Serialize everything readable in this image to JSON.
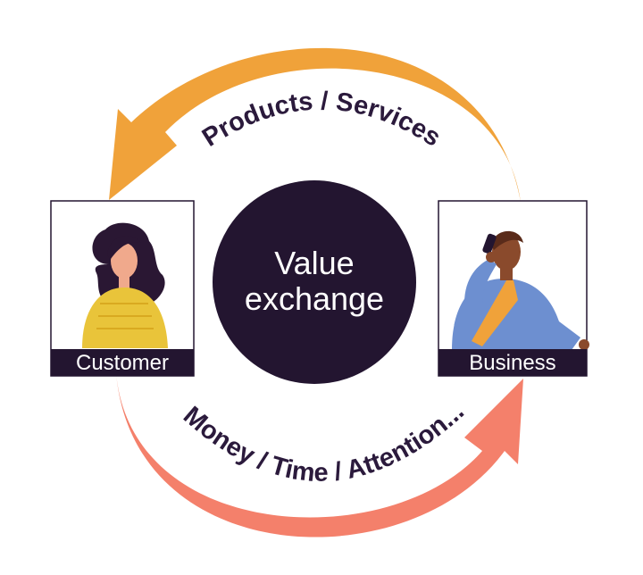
{
  "diagram": {
    "center": {
      "line1": "Value",
      "line2": "exchange"
    },
    "top_arrow": {
      "label": "Products / Services",
      "color": "#F0A23A"
    },
    "bottom_arrow": {
      "label": "Money / Time / Attention...",
      "color": "#F4806B"
    },
    "customer": {
      "label": "Customer",
      "icon": "woman-icon"
    },
    "business": {
      "label": "Business",
      "icon": "businessman-on-phone-icon"
    },
    "colors": {
      "center_fill": "#231530",
      "tag_fill": "#231530",
      "label_text": "#2b1a3c"
    }
  }
}
